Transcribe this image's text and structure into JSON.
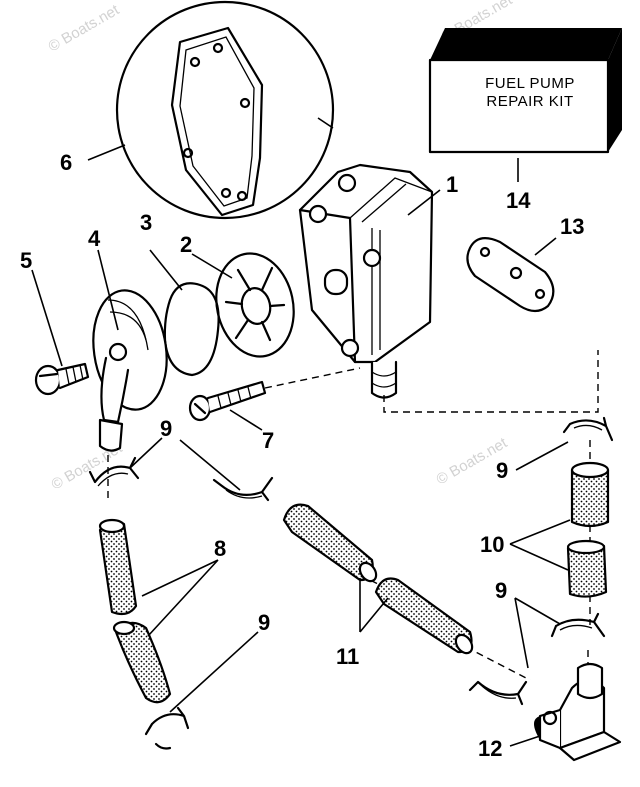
{
  "kit_label": {
    "line1": "FUEL PUMP",
    "line2": "REPAIR KIT"
  },
  "watermark": "© Boats.net",
  "callouts": [
    "1",
    "2",
    "3",
    "4",
    "5",
    "6",
    "7",
    "8",
    "9",
    "10",
    "11",
    "12",
    "13",
    "14"
  ],
  "colors": {
    "ink": "#000000",
    "background": "#ffffff",
    "watermark": "#d2d2d2"
  }
}
